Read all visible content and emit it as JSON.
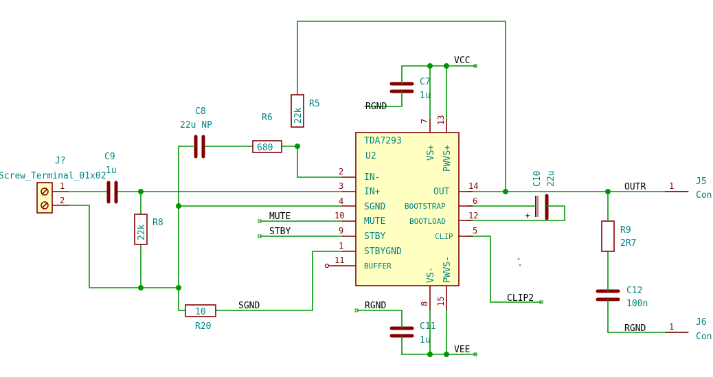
{
  "colors": {
    "wire": "#009600",
    "component": "#840000",
    "component_fill": "#ffffc2",
    "label": "#008484",
    "net_label": "#000000"
  },
  "ic": {
    "ref": "U2",
    "value": "TDA7293",
    "pins": {
      "in_minus": {
        "num": "2",
        "name": "IN-"
      },
      "in_plus": {
        "num": "3",
        "name": "IN+"
      },
      "sgnd": {
        "num": "4",
        "name": "SGND"
      },
      "mute": {
        "num": "10",
        "name": "MUTE"
      },
      "stby": {
        "num": "9",
        "name": "STBY"
      },
      "stbygnd": {
        "num": "1",
        "name": "STBYGND"
      },
      "buffer": {
        "num": "11",
        "name": "BUFFER"
      },
      "out": {
        "num": "14",
        "name": "OUT"
      },
      "bootstrap": {
        "num": "6",
        "name": "BOOTSTRAP"
      },
      "bootload": {
        "num": "12",
        "name": "BOOTLOAD"
      },
      "clip": {
        "num": "5",
        "name": "CLIP"
      },
      "vs_plus": {
        "num": "7",
        "name": "VS+"
      },
      "pwvs_plus": {
        "num": "13",
        "name": "PWVS+"
      },
      "vs_minus": {
        "num": "8",
        "name": "VS-"
      },
      "pwvs_minus": {
        "num": "15",
        "name": "PWVS-"
      }
    }
  },
  "components": {
    "j_in": {
      "ref": "J?",
      "value": "Screw_Terminal_01x02",
      "pin1": "1",
      "pin2": "2"
    },
    "c9": {
      "ref": "C9",
      "value": "1u"
    },
    "r8": {
      "ref": "R8",
      "value": "22k"
    },
    "c8": {
      "ref": "C8",
      "value": "22u NP"
    },
    "r6": {
      "ref": "R6",
      "value": "680"
    },
    "r5": {
      "ref": "R5",
      "value": "22k"
    },
    "c7": {
      "ref": "C7",
      "value": "1u"
    },
    "r20": {
      "ref": "R20",
      "value": "10"
    },
    "c11": {
      "ref": "C11",
      "value": "1u"
    },
    "c10": {
      "ref": "C10",
      "value": "22u",
      "polarity": "+"
    },
    "r9": {
      "ref": "R9",
      "value": "2R7"
    },
    "c12": {
      "ref": "C12",
      "value": "100n"
    },
    "j5": {
      "ref": "J5",
      "value": "Con",
      "pin": "1"
    },
    "j6": {
      "ref": "J6",
      "value": "Con",
      "pin": "1"
    }
  },
  "nets": {
    "vcc": "VCC",
    "vee": "VEE",
    "rgnd_top": "RGND",
    "rgnd_bottom": "RGND",
    "rgnd_out": "RGND",
    "mute": "MUTE",
    "stby": "STBY",
    "sgnd": "SGND",
    "clip2": "CLIP2",
    "outr": "OUTR"
  }
}
